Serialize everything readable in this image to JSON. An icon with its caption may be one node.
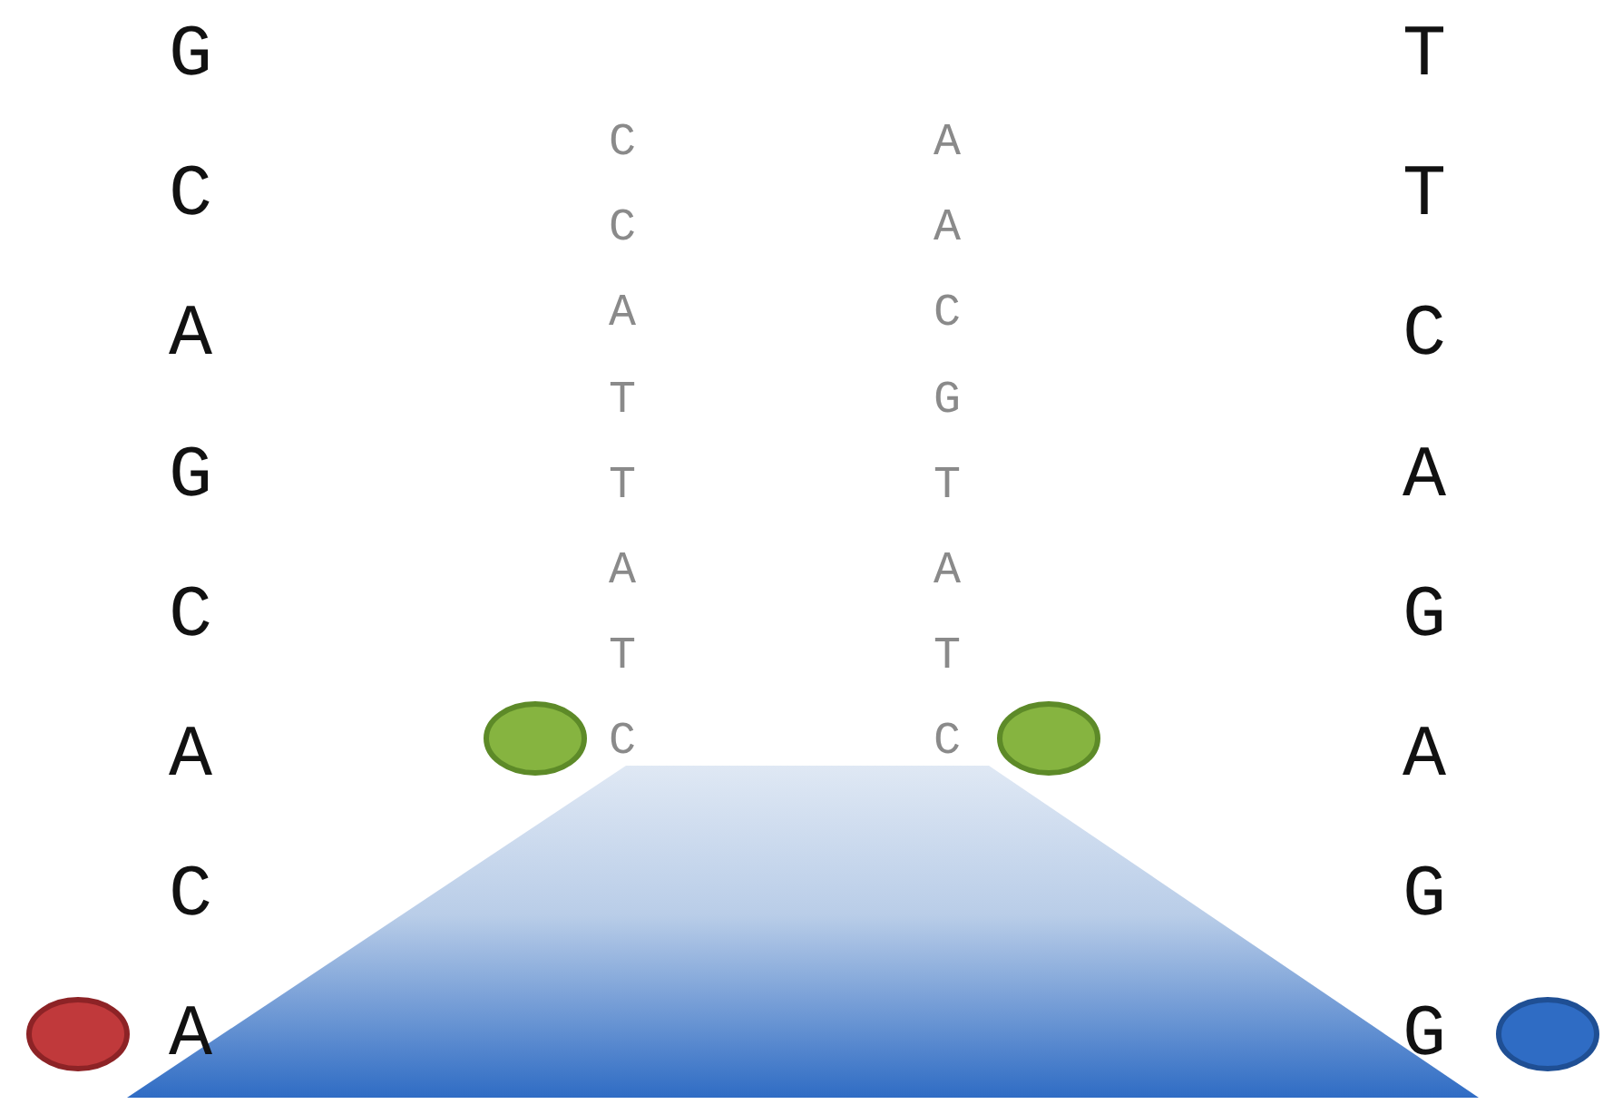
{
  "diagram": {
    "labels": [
      "G C A G C A C A",
      "C C A T T A T C",
      "A A C G T A T C",
      "T T C A G A G G"
    ]
  }
}
